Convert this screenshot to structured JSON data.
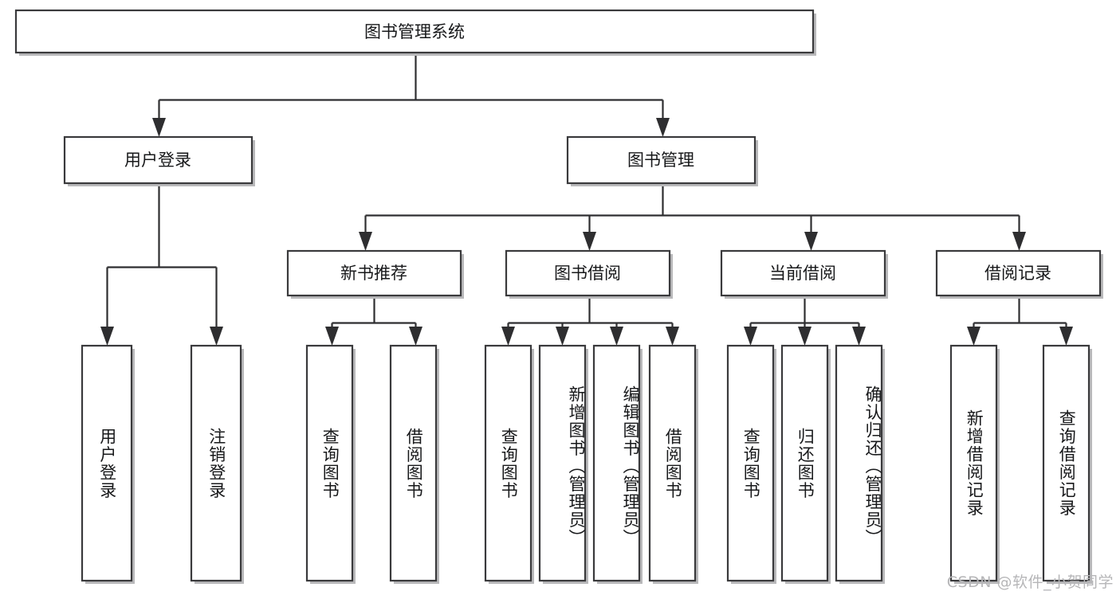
{
  "diagram": {
    "type": "tree-hierarchy",
    "title": "图书管理系统",
    "watermark": "CSDN @软件_小贺同学",
    "colors": {
      "box_stroke": "#3a3a3c",
      "line": "#2e2e30",
      "text": "#17181a",
      "background": "#ffffff",
      "shadow": "#b9b9bb",
      "watermark": "#b6b6b8"
    },
    "root": {
      "label": "图书管理系统"
    },
    "level2": [
      {
        "label": "用户登录"
      },
      {
        "label": "图书管理"
      }
    ],
    "level3": [
      {
        "label": "新书推荐"
      },
      {
        "label": "图书借阅"
      },
      {
        "label": "当前借阅"
      },
      {
        "label": "借阅记录"
      }
    ],
    "leaves": {
      "user_login": [
        {
          "label": "用户登录"
        },
        {
          "label": "注销登录"
        }
      ],
      "new_book_recommend": [
        {
          "label": "查询图书"
        },
        {
          "label": "借阅图书"
        }
      ],
      "book_borrow": [
        {
          "label": "查询图书"
        },
        {
          "label": "新增图书（管理员）"
        },
        {
          "label": "编辑图书（管理员）"
        },
        {
          "label": "借阅图书"
        }
      ],
      "current_borrow": [
        {
          "label": "查询图书"
        },
        {
          "label": "归还图书"
        },
        {
          "label": "确认归还（管理员）"
        }
      ],
      "borrow_record": [
        {
          "label": "新增借阅记录"
        },
        {
          "label": "查询借阅记录"
        }
      ]
    }
  }
}
